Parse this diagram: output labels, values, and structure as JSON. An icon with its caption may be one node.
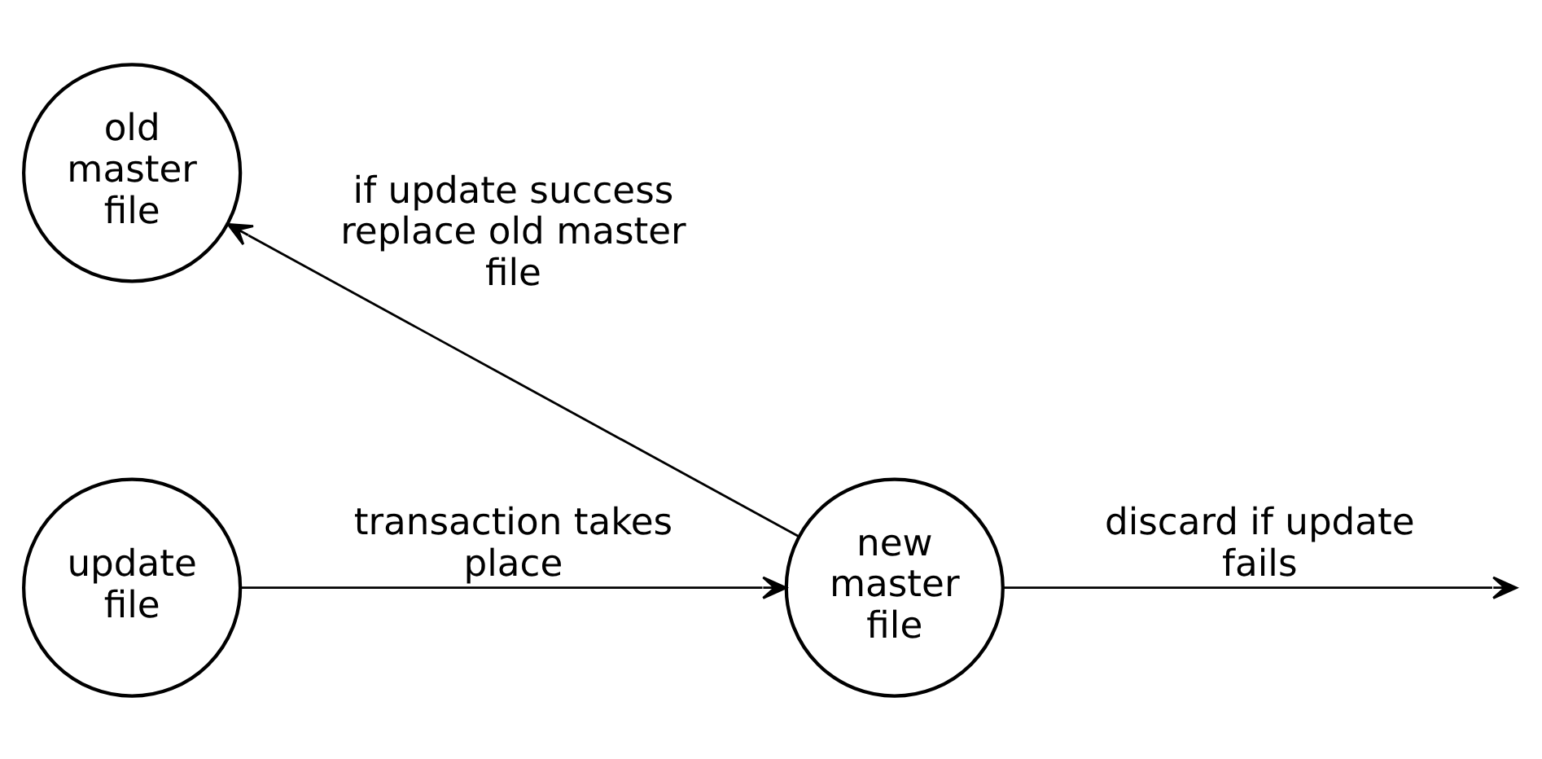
{
  "diagram": {
    "nodes": [
      {
        "text": [
          "old master file"
        ]
      },
      {
        "text": [
          "update file"
        ]
      },
      {
        "text": [
          "new master file"
        ]
      }
    ],
    "edges": [
      {
        "from": 1,
        "to": 2,
        "arrow": "to",
        "label": "transaction takes place"
      },
      {
        "from": 2,
        "to": 0,
        "arrow": "to",
        "label": "if update success replace old master file"
      },
      {
        "from": 2,
        "to": null,
        "arrow": "to",
        "label": "discard if update fails"
      }
    ]
  }
}
